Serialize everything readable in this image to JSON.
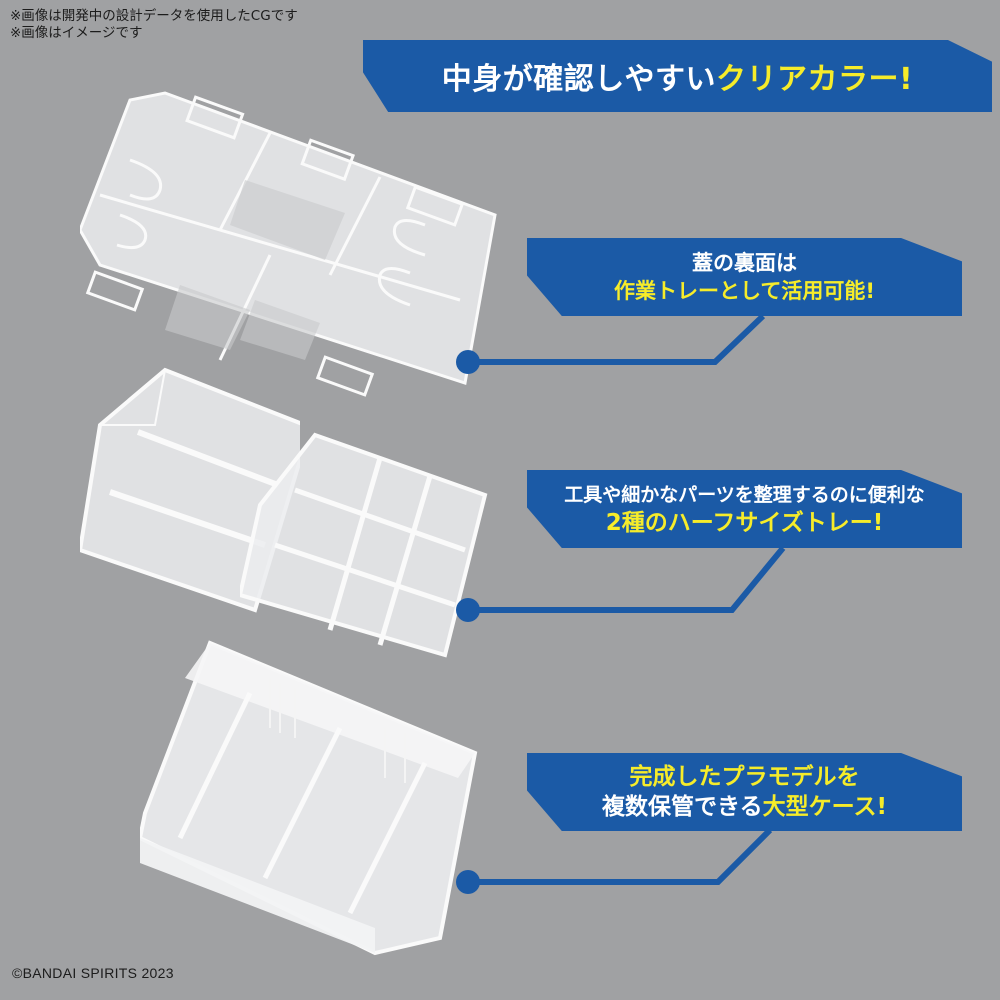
{
  "disclaimer": {
    "line1": "※画像は開発中の設計データを使用したCGです",
    "line2": "※画像はイメージです"
  },
  "headline": {
    "white_text": "中身が確認しやすい",
    "yellow_text": "クリアカラー!"
  },
  "callouts": [
    {
      "line1_white": "蓋の裏面は",
      "line2_yellow": "作業トレーとして活用可能!"
    },
    {
      "line1_white": "工具や細かなパーツを整理するのに便利な",
      "line2_yellow": "2種のハーフサイズトレー!"
    },
    {
      "line1_yellow": "完成したプラモデルを",
      "line2_white": "複数保管できる",
      "line2_yellow": "大型ケース!"
    }
  ],
  "products": [
    {
      "name": "lid",
      "description": "Clear lid (underside usable as work tray)"
    },
    {
      "name": "half-tray-3-compartment",
      "description": "Half-size tray with 3 compartments"
    },
    {
      "name": "half-tray-9-compartment",
      "description": "Half-size tray with 9 compartments"
    },
    {
      "name": "large-case",
      "description": "Large storage case with dividers"
    }
  ],
  "copyright": "©BANDAI SPIRITS 2023",
  "colors": {
    "background": "#a0a1a3",
    "banner_blue": "#1b5aa6",
    "highlight_yellow": "#f6ec2a",
    "text_white": "#ffffff",
    "plastic_clear": "#e8e9ea"
  }
}
